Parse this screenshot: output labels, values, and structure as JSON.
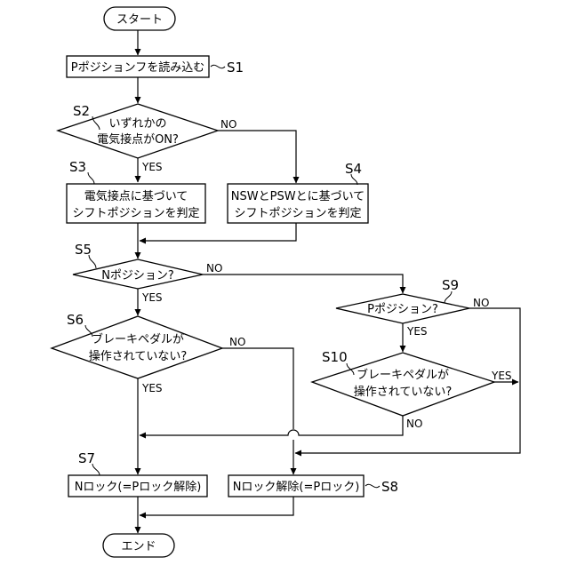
{
  "start": "スタート",
  "end": "エンド",
  "nodes": {
    "s1": "Pポジションフを読み込む",
    "s2": [
      "いずれかの",
      "電気接点がON?"
    ],
    "s3": [
      "電気接点に基づいて",
      "シフトポジションを判定"
    ],
    "s4": [
      "NSWとPSWとに基づいて",
      "シフトポジションを判定"
    ],
    "s5": "Nポジション?",
    "s6": [
      "ブレーキペダルが",
      "操作されていない?"
    ],
    "s7": "Nロック(=Pロック解除)",
    "s8": "Nロック解除(=Pロック)",
    "s9": "Pポジション?",
    "s10": [
      "ブレーキペダルが",
      "操作されていない?"
    ]
  },
  "step_labels": {
    "s1": "S1",
    "s2": "S2",
    "s3": "S3",
    "s4": "S4",
    "s5": "S5",
    "s6": "S6",
    "s7": "S7",
    "s8": "S8",
    "s9": "S9",
    "s10": "S10"
  },
  "branch": {
    "yes": "YES",
    "no": "NO"
  }
}
